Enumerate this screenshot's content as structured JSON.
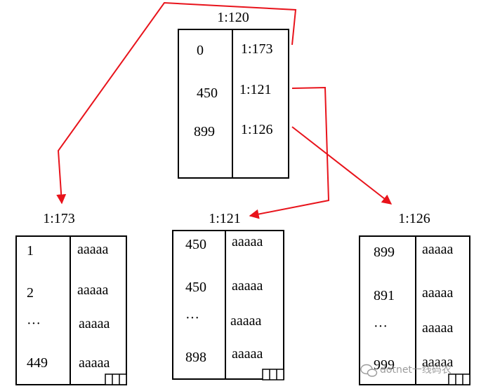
{
  "root": {
    "label": "1:120",
    "keys": [
      "0",
      "450",
      "899"
    ],
    "pointers": [
      "1:173",
      "1:121",
      "1:126"
    ]
  },
  "leaves": [
    {
      "label": "1:173",
      "keys": [
        "1",
        "2",
        "···",
        "449"
      ],
      "values": [
        "aaaaa",
        "aaaaa",
        "aaaaa",
        "aaaaa"
      ]
    },
    {
      "label": "1:121",
      "keys": [
        "450",
        "450",
        "···",
        "898"
      ],
      "values": [
        "aaaaa",
        "aaaaa",
        "aaaaa",
        "aaaaa"
      ]
    },
    {
      "label": "1:126",
      "keys": [
        "899",
        "891",
        "···",
        "999"
      ],
      "values": [
        "aaaaa",
        "aaaaa",
        "aaaaa",
        "aaaaa"
      ]
    }
  ],
  "watermark": "dotnet一线码农",
  "colors": {
    "arrow": "#e8131b",
    "line": "#000000"
  }
}
